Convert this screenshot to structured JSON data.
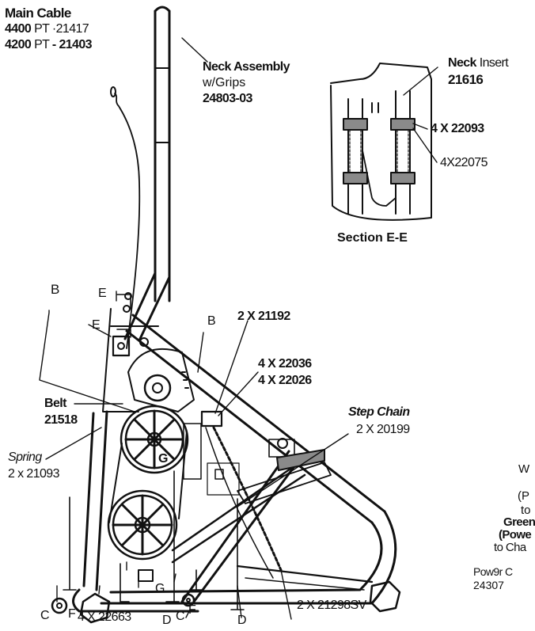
{
  "diagram": {
    "main_cable": {
      "title": "Main Cable",
      "line1_bold": "4400",
      "line1_rest": "PT ·21417",
      "line2_bold": "4200",
      "line2_mid": "PT",
      "line2_rest": "- 21403"
    },
    "neck_assembly": {
      "line1": "Neck Assembly",
      "line2": "w/Grips",
      "line3": "24803-03"
    },
    "neck_insert": {
      "bold": "Neck",
      "rest": "Insert",
      "part": "21616"
    },
    "insert_bolt": "4 X 22093",
    "insert_nut": "4X22075",
    "section_label": "Section E-E",
    "marker_e_upper": "E",
    "marker_e_lower": "E",
    "marker_b_left": "B",
    "marker_b_right": "B",
    "bolt_top": "2 X 21192",
    "screw_a": "4 X 22036",
    "screw_b": "4 X 22026",
    "belt": {
      "name": "Belt",
      "part": "21518"
    },
    "step_chain": {
      "name": "Step Chain",
      "part": "2 X 20199"
    },
    "spring": {
      "name": "Spring",
      "part": "2 x 21093"
    },
    "marker_g_upper": "G",
    "marker_g_lower": "G",
    "marker_c_left": "C",
    "marker_c_right": "C",
    "marker_f_left": "F",
    "marker_f_right": "F",
    "marker_d_left": "D",
    "marker_d_right": "D",
    "bolt_bottom": "4 X 22663",
    "chain_guide": "2 X 21298SV",
    "right_cut": {
      "w": "W",
      "p": "(P",
      "to1": "to",
      "green": "Green",
      "powe": "(Powe",
      "to_cha": "to Cha",
      "pow9r": "Pow9r C",
      "part": "24307"
    }
  },
  "colors": {
    "ink": "#111111",
    "paper": "#ffffff",
    "shade": "#8a8a8a"
  }
}
